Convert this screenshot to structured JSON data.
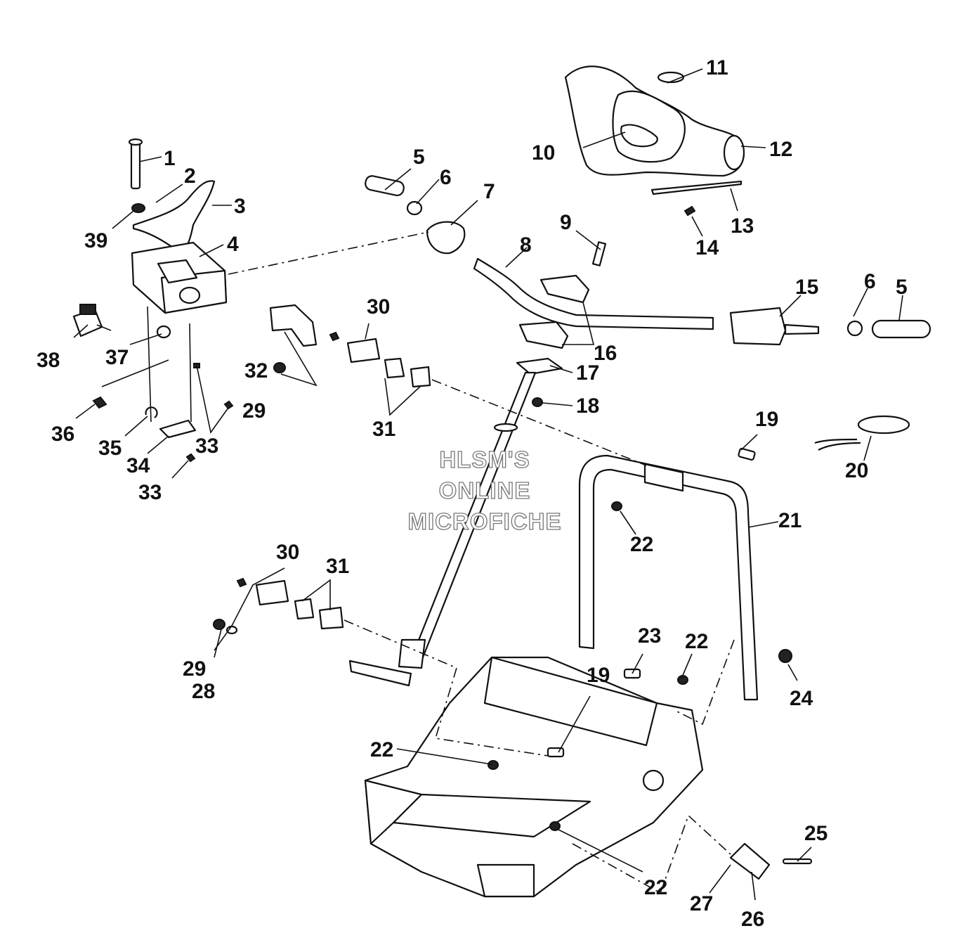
{
  "watermark": {
    "line1": "HLSM'S",
    "line2": "ONLINE",
    "line3": "MICROFICHE"
  },
  "callouts": [
    {
      "id": "c1",
      "label": "1"
    },
    {
      "id": "c2",
      "label": "2"
    },
    {
      "id": "c3",
      "label": "3"
    },
    {
      "id": "c4",
      "label": "4"
    },
    {
      "id": "c5a",
      "label": "5"
    },
    {
      "id": "c5b",
      "label": "5"
    },
    {
      "id": "c6a",
      "label": "6"
    },
    {
      "id": "c6b",
      "label": "6"
    },
    {
      "id": "c7",
      "label": "7"
    },
    {
      "id": "c8",
      "label": "8"
    },
    {
      "id": "c9",
      "label": "9"
    },
    {
      "id": "c10",
      "label": "10"
    },
    {
      "id": "c11",
      "label": "11"
    },
    {
      "id": "c12",
      "label": "12"
    },
    {
      "id": "c13",
      "label": "13"
    },
    {
      "id": "c14",
      "label": "14"
    },
    {
      "id": "c15",
      "label": "15"
    },
    {
      "id": "c16",
      "label": "16"
    },
    {
      "id": "c17",
      "label": "17"
    },
    {
      "id": "c18",
      "label": "18"
    },
    {
      "id": "c19a",
      "label": "19"
    },
    {
      "id": "c19b",
      "label": "19"
    },
    {
      "id": "c20",
      "label": "20"
    },
    {
      "id": "c21",
      "label": "21"
    },
    {
      "id": "c22a",
      "label": "22"
    },
    {
      "id": "c22b",
      "label": "22"
    },
    {
      "id": "c22c",
      "label": "22"
    },
    {
      "id": "c22d",
      "label": "22"
    },
    {
      "id": "c23",
      "label": "23"
    },
    {
      "id": "c24",
      "label": "24"
    },
    {
      "id": "c25",
      "label": "25"
    },
    {
      "id": "c26",
      "label": "26"
    },
    {
      "id": "c27",
      "label": "27"
    },
    {
      "id": "c28",
      "label": "28"
    },
    {
      "id": "c29a",
      "label": "29"
    },
    {
      "id": "c29b",
      "label": "29"
    },
    {
      "id": "c30a",
      "label": "30"
    },
    {
      "id": "c30b",
      "label": "30"
    },
    {
      "id": "c31a",
      "label": "31"
    },
    {
      "id": "c31b",
      "label": "31"
    },
    {
      "id": "c32",
      "label": "32"
    },
    {
      "id": "c33a",
      "label": "33"
    },
    {
      "id": "c33b",
      "label": "33"
    },
    {
      "id": "c34",
      "label": "34"
    },
    {
      "id": "c35",
      "label": "35"
    },
    {
      "id": "c36",
      "label": "36"
    },
    {
      "id": "c37",
      "label": "37"
    },
    {
      "id": "c38",
      "label": "38"
    },
    {
      "id": "c39",
      "label": "39"
    }
  ]
}
